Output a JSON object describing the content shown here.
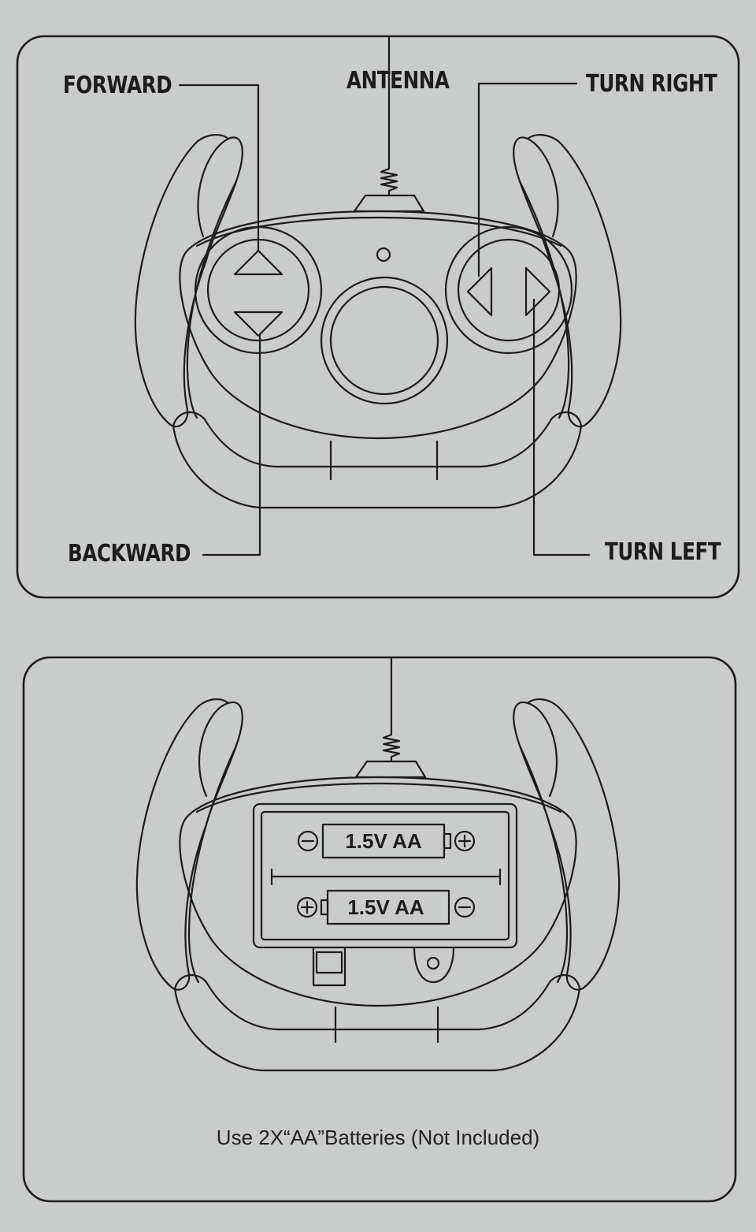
{
  "top_panel": {
    "labels": {
      "forward": "FORWARD",
      "antenna": "ANTENNA",
      "turn_right": "TURN RIGHT",
      "backward": "BACKWARD",
      "turn_left": "TURN LEFT"
    }
  },
  "bottom_panel": {
    "battery_top": "1.5V AA",
    "battery_bottom": "1.5V AA",
    "caption": "Use 2X“AA”Batteries (Not Included)"
  },
  "colors": {
    "background": "#c9ccca",
    "line": "#1c1c1c"
  }
}
